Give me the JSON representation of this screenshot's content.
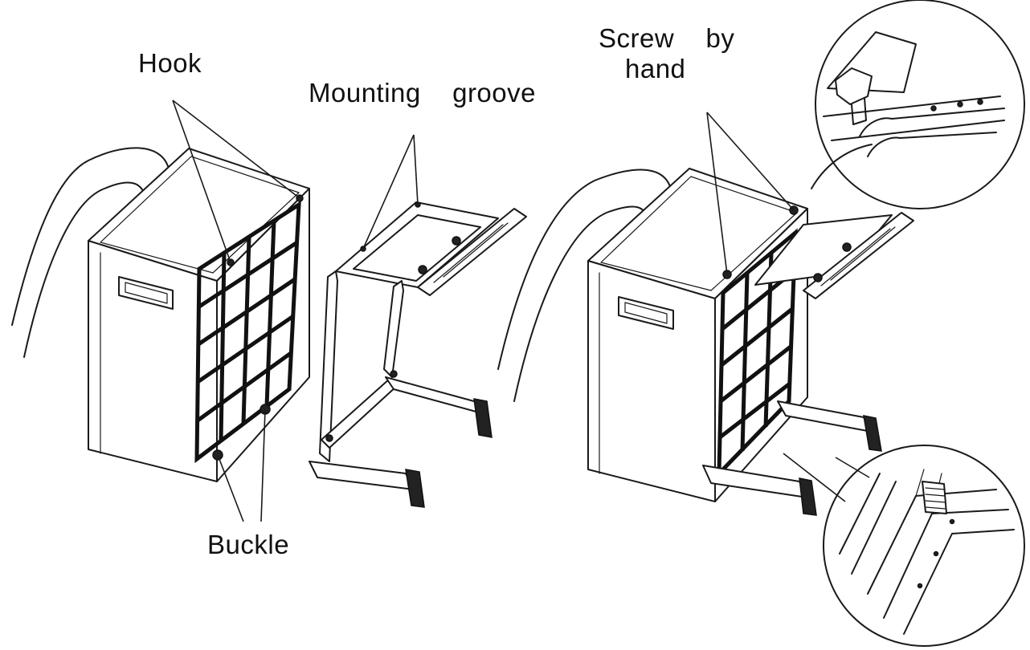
{
  "labels": {
    "hook": "Hook",
    "mounting_groove": "Mounting  groove",
    "screw_line1": "Screw  by",
    "screw_line2": "hand",
    "buckle": "Buckle"
  },
  "colors": {
    "line": "#1a1a1a",
    "background": "#ffffff"
  }
}
